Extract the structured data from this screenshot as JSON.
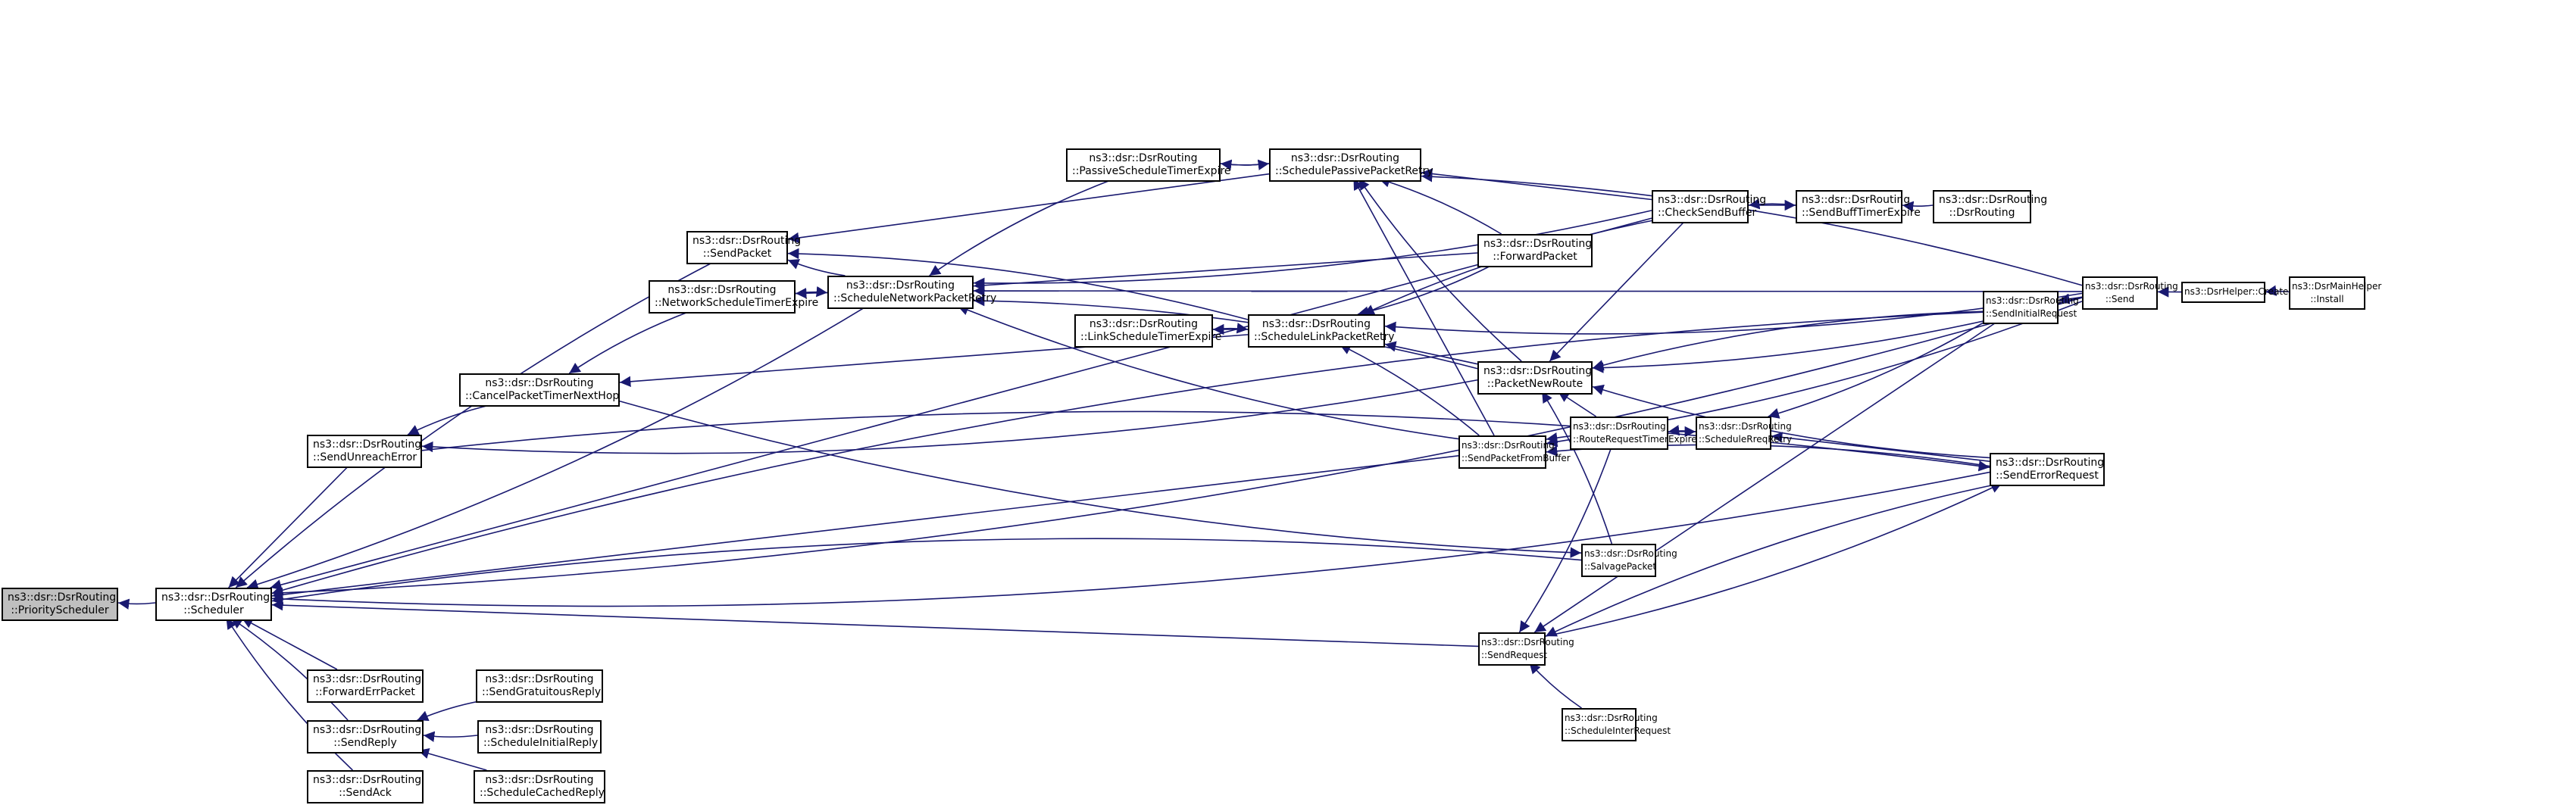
{
  "title": "Caller graph of ns3::dsr::DsrRouting::PriorityScheduler",
  "colors": {
    "edge": "#191970",
    "node_border": "#000000",
    "root_fill": "#bfbfbf",
    "node_fill": "#ffffff"
  },
  "nodes": [
    {
      "id": "PriorityScheduler",
      "l1": "ns3::dsr::DsrRouting",
      "l2": "::PriorityScheduler",
      "root": true
    },
    {
      "id": "Scheduler",
      "l1": "ns3::dsr::DsrRouting",
      "l2": "::Scheduler"
    },
    {
      "id": "ForwardErrPacket",
      "l1": "ns3::dsr::DsrRouting",
      "l2": "::ForwardErrPacket"
    },
    {
      "id": "SendReply",
      "l1": "ns3::dsr::DsrRouting",
      "l2": "::SendReply"
    },
    {
      "id": "SendAck",
      "l1": "ns3::dsr::DsrRouting",
      "l2": "::SendAck"
    },
    {
      "id": "SendGratuitousReply",
      "l1": "ns3::dsr::DsrRouting",
      "l2": "::SendGratuitousReply"
    },
    {
      "id": "ScheduleInitialReply",
      "l1": "ns3::dsr::DsrRouting",
      "l2": "::ScheduleInitialReply"
    },
    {
      "id": "ScheduleCachedReply",
      "l1": "ns3::dsr::DsrRouting",
      "l2": "::ScheduleCachedReply"
    },
    {
      "id": "SendUnreachError",
      "l1": "ns3::dsr::DsrRouting",
      "l2": "::SendUnreachError"
    },
    {
      "id": "CancelPacketTimerNextHop",
      "l1": "ns3::dsr::DsrRouting",
      "l2": "::CancelPacketTimerNextHop"
    },
    {
      "id": "SendPacket",
      "l1": "ns3::dsr::DsrRouting",
      "l2": "::SendPacket"
    },
    {
      "id": "NetworkScheduleTimerExpire",
      "l1": "ns3::dsr::DsrRouting",
      "l2": "::NetworkScheduleTimerExpire"
    },
    {
      "id": "ScheduleNetworkPacketRetry",
      "l1": "ns3::dsr::DsrRouting",
      "l2": "::ScheduleNetworkPacketRetry"
    },
    {
      "id": "PassiveScheduleTimerExpire",
      "l1": "ns3::dsr::DsrRouting",
      "l2": "::PassiveScheduleTimerExpire"
    },
    {
      "id": "SchedulePassivePacketRetry",
      "l1": "ns3::dsr::DsrRouting",
      "l2": "::SchedulePassivePacketRetry"
    },
    {
      "id": "LinkScheduleTimerExpire",
      "l1": "ns3::dsr::DsrRouting",
      "l2": "::LinkScheduleTimerExpire"
    },
    {
      "id": "ScheduleLinkPacketRetry",
      "l1": "ns3::dsr::DsrRouting",
      "l2": "::ScheduleLinkPacketRetry"
    },
    {
      "id": "ForwardPacket",
      "l1": "ns3::dsr::DsrRouting",
      "l2": "::ForwardPacket"
    },
    {
      "id": "CheckSendBuffer",
      "l1": "ns3::dsr::DsrRouting",
      "l2": "::CheckSendBuffer"
    },
    {
      "id": "SendBuffTimerExpire",
      "l1": "ns3::dsr::DsrRouting",
      "l2": "::SendBuffTimerExpire"
    },
    {
      "id": "DsrRouting",
      "l1": "ns3::dsr::DsrRouting",
      "l2": "::DsrRouting"
    },
    {
      "id": "PacketNewRoute",
      "l1": "ns3::dsr::DsrRouting",
      "l2": "::PacketNewRoute"
    },
    {
      "id": "SendPacketFromBuffer",
      "l1": "ns3::dsr::DsrRouting",
      "l2": "::SendPacketFromBuffer"
    },
    {
      "id": "RouteRequestTimerExpire",
      "l1": "ns3::dsr::DsrRouting",
      "l2": "::RouteRequestTimerExpire"
    },
    {
      "id": "ScheduleRreqRetry",
      "l1": "ns3::dsr::DsrRouting",
      "l2": "::ScheduleRreqRetry"
    },
    {
      "id": "SalvagePacket",
      "l1": "ns3::dsr::DsrRouting",
      "l2": "::SalvagePacket"
    },
    {
      "id": "SendRequest",
      "l1": "ns3::dsr::DsrRouting",
      "l2": "::SendRequest"
    },
    {
      "id": "ScheduleInterRequest",
      "l1": "ns3::dsr::DsrRouting",
      "l2": "::ScheduleInterRequest"
    },
    {
      "id": "SendInitialRequest",
      "l1": "ns3::dsr::DsrRouting",
      "l2": "::SendInitialRequest"
    },
    {
      "id": "SendErrorRequest",
      "l1": "ns3::dsr::DsrRouting",
      "l2": "::SendErrorRequest"
    },
    {
      "id": "Send",
      "l1": "ns3::dsr::DsrRouting",
      "l2": "::Send"
    },
    {
      "id": "DsrHelperCreate",
      "l1": "ns3::DsrHelper::Create",
      "l2": ""
    },
    {
      "id": "DsrMainHelperInstall",
      "l1": "ns3::DsrMainHelper",
      "l2": "::Install"
    }
  ],
  "edges": [
    [
      "Scheduler",
      "PriorityScheduler"
    ],
    [
      "ForwardErrPacket",
      "Scheduler"
    ],
    [
      "SendReply",
      "Scheduler"
    ],
    [
      "SendAck",
      "Scheduler"
    ],
    [
      "SendUnreachError",
      "Scheduler"
    ],
    [
      "SendPacket",
      "Scheduler"
    ],
    [
      "ScheduleNetworkPacketRetry",
      "Scheduler"
    ],
    [
      "CheckSendBuffer",
      "Scheduler"
    ],
    [
      "SendInitialRequest",
      "Scheduler"
    ],
    [
      "Send",
      "Scheduler"
    ],
    [
      "SendPacketFromBuffer",
      "Scheduler"
    ],
    [
      "SalvagePacket",
      "Scheduler"
    ],
    [
      "SendErrorRequest",
      "Scheduler"
    ],
    [
      "SendRequest",
      "Scheduler"
    ],
    [
      "SendGratuitousReply",
      "SendReply"
    ],
    [
      "ScheduleInitialReply",
      "SendReply"
    ],
    [
      "ScheduleCachedReply",
      "SendReply"
    ],
    [
      "CancelPacketTimerNextHop",
      "SendUnreachError"
    ],
    [
      "PacketNewRoute",
      "SendUnreachError"
    ],
    [
      "ScheduleLinkPacketRetry",
      "CancelPacketTimerNextHop"
    ],
    [
      "NetworkScheduleTimerExpire",
      "CancelPacketTimerNextHop"
    ],
    [
      "ScheduleNetworkPacketRetry",
      "SendPacket"
    ],
    [
      "SchedulePassivePacketRetry",
      "SendPacket"
    ],
    [
      "ScheduleLinkPacketRetry",
      "SendPacket"
    ],
    [
      "NetworkScheduleTimerExpire",
      "ScheduleNetworkPacketRetry"
    ],
    [
      "ScheduleNetworkPacketRetry",
      "NetworkScheduleTimerExpire"
    ],
    [
      "PassiveScheduleTimerExpire",
      "ScheduleNetworkPacketRetry"
    ],
    [
      "CheckSendBuffer",
      "ScheduleNetworkPacketRetry"
    ],
    [
      "ForwardPacket",
      "ScheduleNetworkPacketRetry"
    ],
    [
      "PacketNewRoute",
      "ScheduleNetworkPacketRetry"
    ],
    [
      "SendPacketFromBuffer",
      "ScheduleNetworkPacketRetry"
    ],
    [
      "Send",
      "ScheduleNetworkPacketRetry"
    ],
    [
      "PassiveScheduleTimerExpire",
      "SchedulePassivePacketRetry"
    ],
    [
      "SchedulePassivePacketRetry",
      "PassiveScheduleTimerExpire"
    ],
    [
      "CheckSendBuffer",
      "SchedulePassivePacketRetry"
    ],
    [
      "ForwardPacket",
      "SchedulePassivePacketRetry"
    ],
    [
      "PacketNewRoute",
      "SchedulePassivePacketRetry"
    ],
    [
      "SendPacketFromBuffer",
      "SchedulePassivePacketRetry"
    ],
    [
      "Send",
      "SchedulePassivePacketRetry"
    ],
    [
      "LinkScheduleTimerExpire",
      "ScheduleLinkPacketRetry"
    ],
    [
      "ScheduleLinkPacketRetry",
      "LinkScheduleTimerExpire"
    ],
    [
      "CheckSendBuffer",
      "ScheduleLinkPacketRetry"
    ],
    [
      "ForwardPacket",
      "ScheduleLinkPacketRetry"
    ],
    [
      "PacketNewRoute",
      "ScheduleLinkPacketRetry"
    ],
    [
      "SendPacketFromBuffer",
      "ScheduleLinkPacketRetry"
    ],
    [
      "Send",
      "ScheduleLinkPacketRetry"
    ],
    [
      "CheckSendBuffer",
      "SendBuffTimerExpire"
    ],
    [
      "SendBuffTimerExpire",
      "CheckSendBuffer"
    ],
    [
      "DsrRouting",
      "SendBuffTimerExpire"
    ],
    [
      "CheckSendBuffer",
      "PacketNewRoute"
    ],
    [
      "SendInitialRequest",
      "PacketNewRoute"
    ],
    [
      "Send",
      "PacketNewRoute"
    ],
    [
      "RouteRequestTimerExpire",
      "PacketNewRoute"
    ],
    [
      "SalvagePacket",
      "PacketNewRoute"
    ],
    [
      "SendErrorRequest",
      "PacketNewRoute"
    ],
    [
      "RouteRequestTimerExpire",
      "SendPacketFromBuffer"
    ],
    [
      "SendErrorRequest",
      "SendPacketFromBuffer"
    ],
    [
      "Send",
      "SendPacketFromBuffer"
    ],
    [
      "RouteRequestTimerExpire",
      "ScheduleRreqRetry"
    ],
    [
      "ScheduleRreqRetry",
      "RouteRequestTimerExpire"
    ],
    [
      "SendInitialRequest",
      "ScheduleRreqRetry"
    ],
    [
      "SendErrorRequest",
      "ScheduleRreqRetry"
    ],
    [
      "CancelPacketTimerNextHop",
      "SalvagePacket"
    ],
    [
      "RouteRequestTimerExpire",
      "SendRequest"
    ],
    [
      "SendInitialRequest",
      "SendRequest"
    ],
    [
      "SendErrorRequest",
      "SendRequest"
    ],
    [
      "ScheduleInterRequest",
      "SendRequest"
    ],
    [
      "Send",
      "SendInitialRequest"
    ],
    [
      "SendRequest",
      "SendErrorRequest"
    ],
    [
      "SendUnreachError",
      "SendErrorRequest"
    ],
    [
      "DsrHelperCreate",
      "Send"
    ],
    [
      "DsrMainHelperInstall",
      "DsrHelperCreate"
    ]
  ]
}
